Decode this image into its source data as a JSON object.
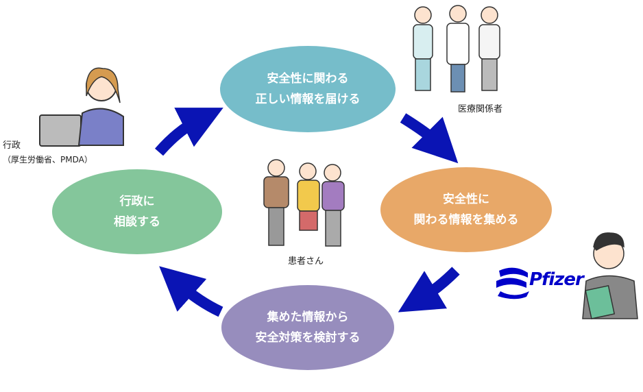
{
  "nodes": {
    "top": {
      "line1": "安全性に関わる",
      "line2": "正しい情報を届ける",
      "color": "#76bdca"
    },
    "right": {
      "line1": "安全性に",
      "line2": "関わる情報を集める",
      "color": "#e8a868"
    },
    "bottom": {
      "line1": "集めた情報から",
      "line2": "安全対策を検討する",
      "color": "#978dbd"
    },
    "left": {
      "line1": "行政に",
      "line2": "相談する",
      "color": "#84c69b"
    }
  },
  "labels": {
    "medical": "医療関係者",
    "patients": "患者さん",
    "gov_line1": "行政",
    "gov_line2": "（厚生労働省、PMDA）"
  },
  "logo": {
    "text": "Pfizer",
    "color": "#0000c9"
  },
  "arrow_color": "#0a14b4"
}
